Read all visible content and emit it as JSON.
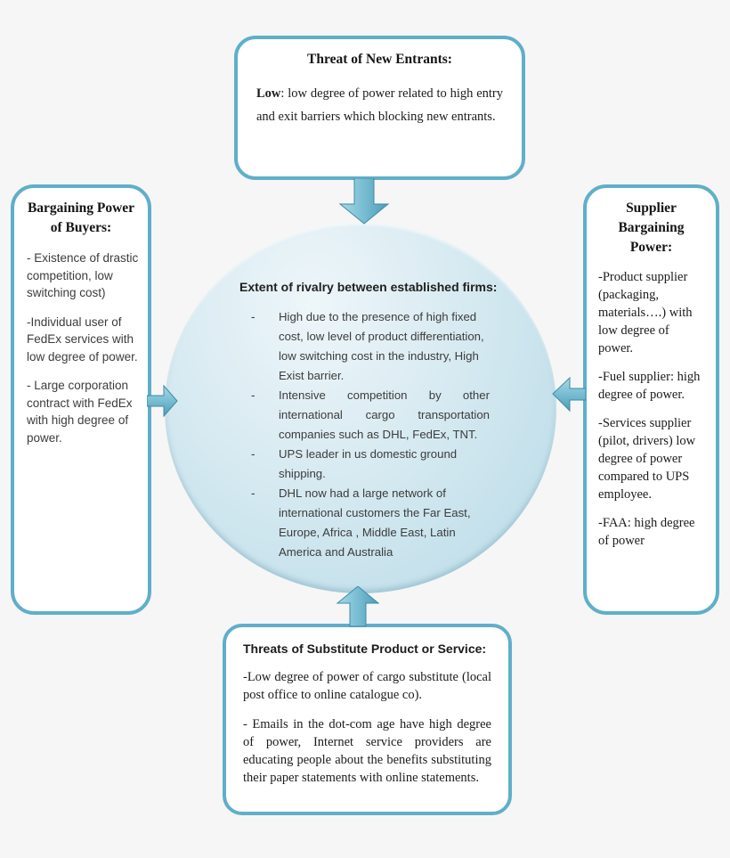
{
  "diagram": {
    "type": "five-forces-diagram",
    "colors": {
      "background": "#f6f6f6",
      "box_border": "#5fafca",
      "box_fill": "#ffffff",
      "circle_light": "#eef6f9",
      "circle_dark": "#b4d7e4",
      "arrow_light": "#a3d6e3",
      "arrow_dark": "#4f9cb8",
      "text_serif": "#1b1b1b",
      "text_sans": "#3c3c3c"
    }
  },
  "top_box": {
    "title": "Threat of New Entrants:",
    "lead": "Low",
    "body": ":  low degree of power related to high entry and exit barriers which blocking new entrants."
  },
  "left_box": {
    "title": "Bargaining Power  of Buyers:",
    "items": [
      "- Existence of drastic competition, low switching cost)",
      "-Individual user of FedEx services with low degree of power.",
      "- Large corporation contract with FedEx with high degree of power."
    ]
  },
  "right_box": {
    "title": "Supplier Bargaining Power:",
    "items": [
      "-Product supplier (packaging, materials….)  with low degree of power.",
      "-Fuel supplier: high degree of power.",
      "-Services supplier (pilot, drivers) low degree of power compared to UPS employee.",
      "-FAA: high degree of power"
    ]
  },
  "bottom_box": {
    "title": "Threats of Substitute Product or Service:",
    "items": [
      "-Low degree of power of cargo substitute (local post office to online catalogue co).",
      "- Emails in the dot-com age have high degree of power, Internet service providers are educating people about the benefits substituting their paper statements with online statements."
    ]
  },
  "circle": {
    "heading": "Extent of rivalry between established firms:",
    "bullet_marker": "-",
    "bullets": [
      "High due to the presence of high fixed cost, low level of product differentiation, low switching cost in the industry, High Exist barrier.",
      "Intensive competition by other international cargo transportation companies such as DHL, FedEx, TNT.",
      "UPS leader in us domestic ground shipping.",
      "DHL now had a large network of international customers the Far East, Europe, Africa , Middle East, Latin America and Australia"
    ]
  },
  "arrows": {
    "top": "down-arrow",
    "left": "right-arrow",
    "right": "left-arrow",
    "bottom": "up-arrow"
  }
}
